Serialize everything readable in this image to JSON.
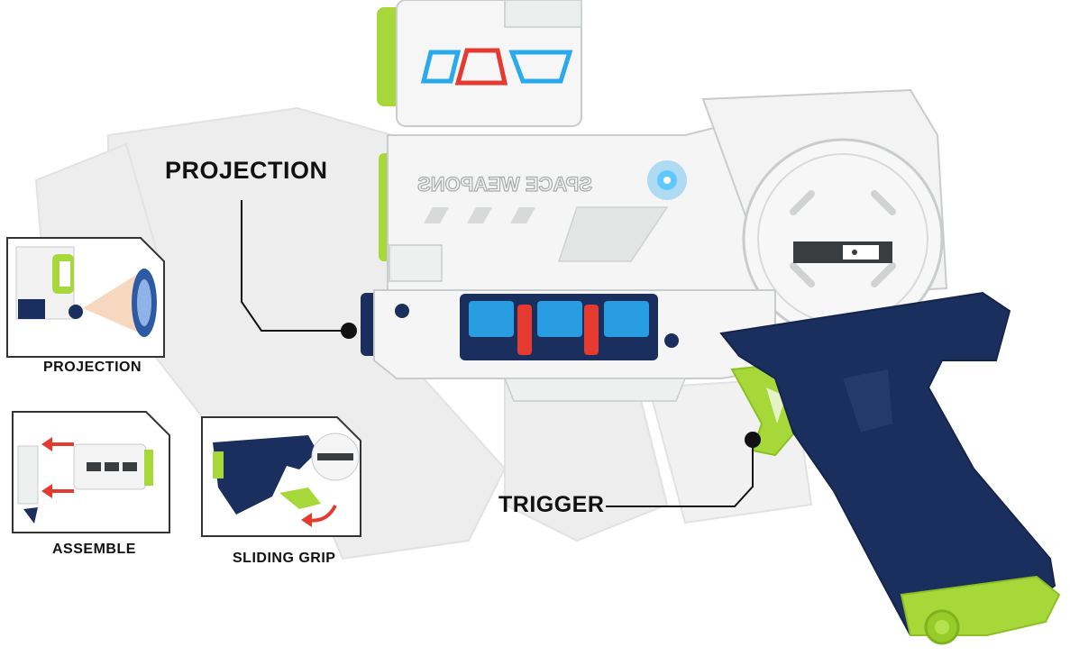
{
  "callouts": {
    "projection": "PROJECTION",
    "trigger": "TRIGGER"
  },
  "insets": [
    {
      "label": "PROJECTION"
    },
    {
      "label": "ASSEMBLE"
    },
    {
      "label": "SLIDING GRIP"
    }
  ],
  "product": {
    "side_text_mirrored": "SPACE WEAPONS"
  },
  "colors": {
    "navy": "#1b2f5e",
    "lime": "#9fd32a",
    "led_blue": "#2aa9ee",
    "led_red": "#e43a2f",
    "body_white": "#f4f5f4",
    "outline": "#c9cccc"
  }
}
